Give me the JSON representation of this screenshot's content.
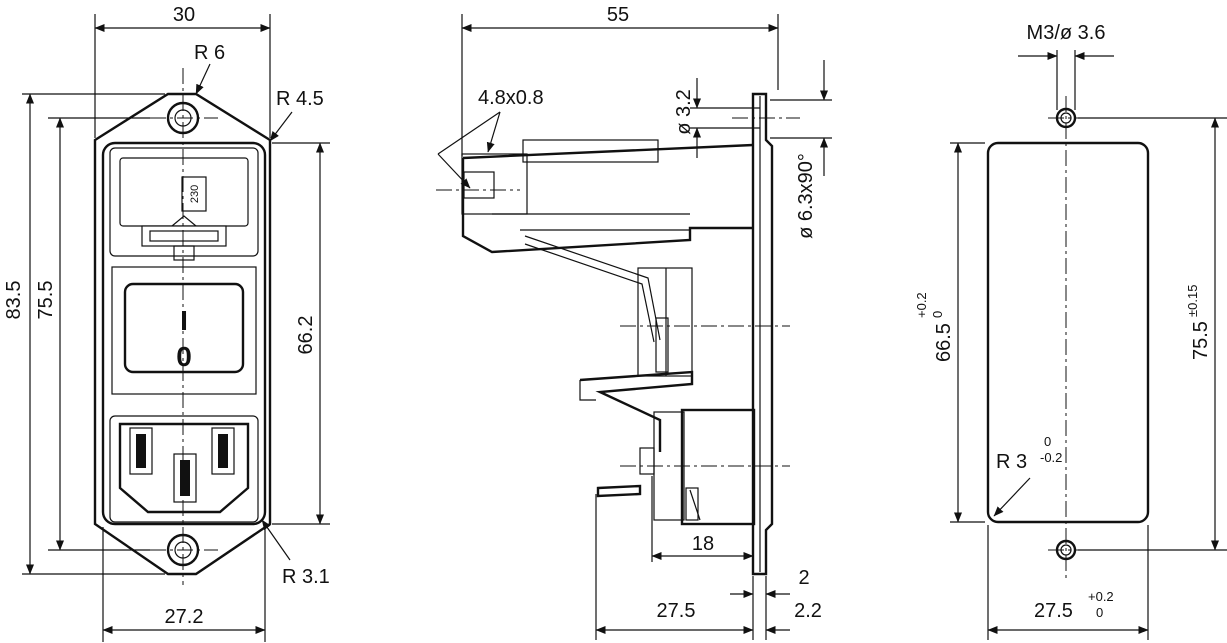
{
  "front_view": {
    "width_top": "30",
    "radius_top": "R 6",
    "radius_corner": "R 4.5",
    "height_overall": "83.5",
    "height_holes": "75.5",
    "height_body": "66.2",
    "fuse_label": "230",
    "switch_on": "I",
    "switch_off": "0",
    "radius_bottom": "R 3.1",
    "width_bottom": "27.2"
  },
  "side_view": {
    "depth_overall": "55",
    "terminal_size": "4.8x0.8",
    "hole_dia": "ø 3.2",
    "countersink": "ø 6.3x90°",
    "depth_18": "18",
    "flange_2": "2",
    "depth_27_5": "27.5",
    "flange_2_2": "2.2"
  },
  "cutout": {
    "screw": "M3/ø 3.6",
    "height_main": "66.5",
    "height_tol_upper": "+0.2",
    "height_tol_lower": "0",
    "height_holes": "75.5",
    "height_holes_tol": "±0.15",
    "radius": "R 3",
    "radius_tol_upper": "0",
    "radius_tol_lower": "-0.2",
    "width_main": "27.5",
    "width_tol_upper": "+0.2",
    "width_tol_lower": "0"
  }
}
